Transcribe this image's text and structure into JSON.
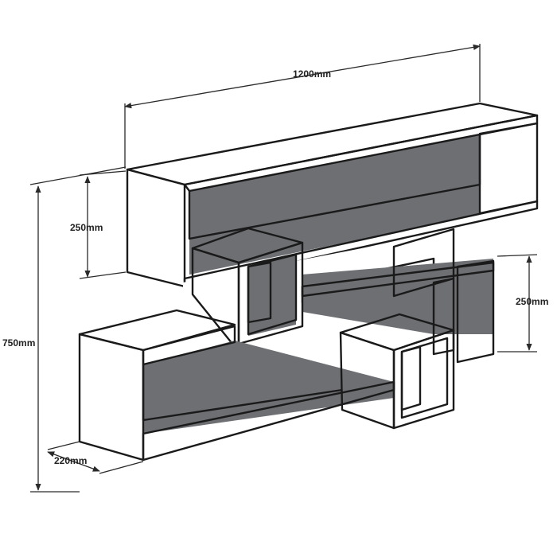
{
  "colors": {
    "shelf_top": "#5a5c60",
    "shelf_inner": "#6d6f73",
    "panel": "#ffffff",
    "edge": "#1a1a1a",
    "dimension": "#2a2a2a"
  },
  "dimensions": {
    "total_width": "1200mm",
    "top_height": "250mm",
    "right_height": "250mm",
    "total_height": "750mm",
    "depth": "220mm"
  }
}
